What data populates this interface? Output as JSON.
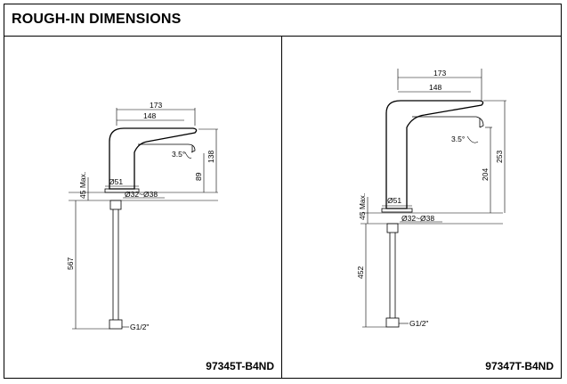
{
  "header": {
    "title": "ROUGH-IN DIMENSIONS"
  },
  "left": {
    "model": "97345T-B4ND",
    "dims": {
      "d173": "173",
      "d148": "148",
      "a35": "3.5°",
      "d138": "138",
      "d89": "89",
      "d51": "Ø51",
      "max45": "45 Max.",
      "hole": "Ø32~Ø38",
      "d567": "567",
      "thread": "G1/2\""
    }
  },
  "right": {
    "model": "97347T-B4ND",
    "dims": {
      "d173": "173",
      "d148": "148",
      "a35": "3.5°",
      "d204": "204",
      "d253": "253",
      "d51": "Ø51",
      "max45": "45 Max.",
      "hole": "Ø32~Ø38",
      "d452": "452",
      "thread": "G1/2\""
    }
  }
}
